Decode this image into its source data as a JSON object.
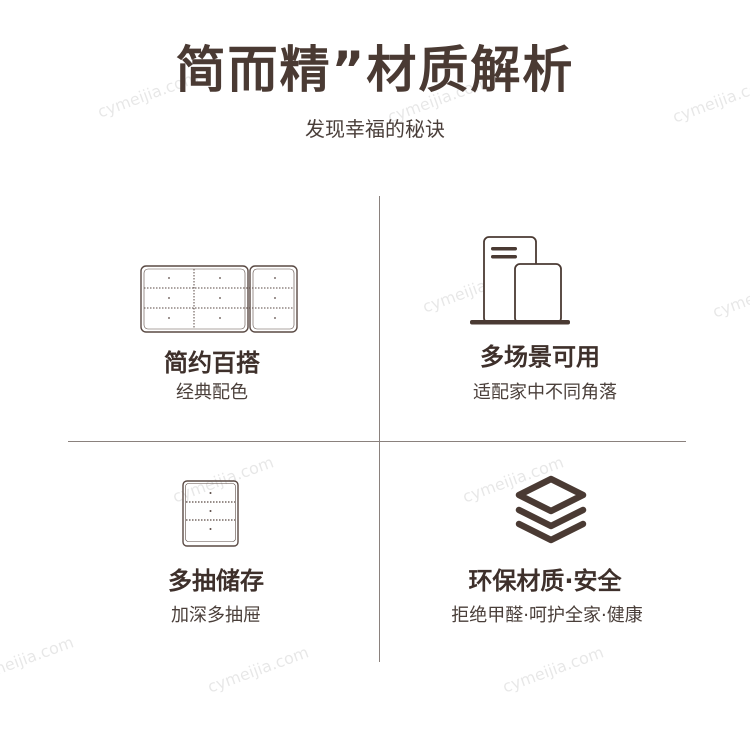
{
  "header": {
    "title": "简而精”材质解析",
    "subtitle": "发现幸福的秘诀"
  },
  "features": [
    {
      "title": "简约百搭",
      "subtitle": "经典配色",
      "icon": "drawer-cabinet-wide-icon"
    },
    {
      "title": "多场景可用",
      "subtitle": "适配家中不同角落",
      "icon": "cabinets-on-floor-icon"
    },
    {
      "title": "多抽储存",
      "subtitle": "加深多抽屉",
      "icon": "three-drawer-cabinet-icon"
    },
    {
      "title": "环保材质·安全",
      "subtitle": "拒绝甲醛·呵护全家·健康",
      "icon": "layers-icon"
    }
  ],
  "watermark": "cymeijia.com",
  "colors": {
    "primary": "#4a3a33",
    "divider": "#8a817d"
  }
}
